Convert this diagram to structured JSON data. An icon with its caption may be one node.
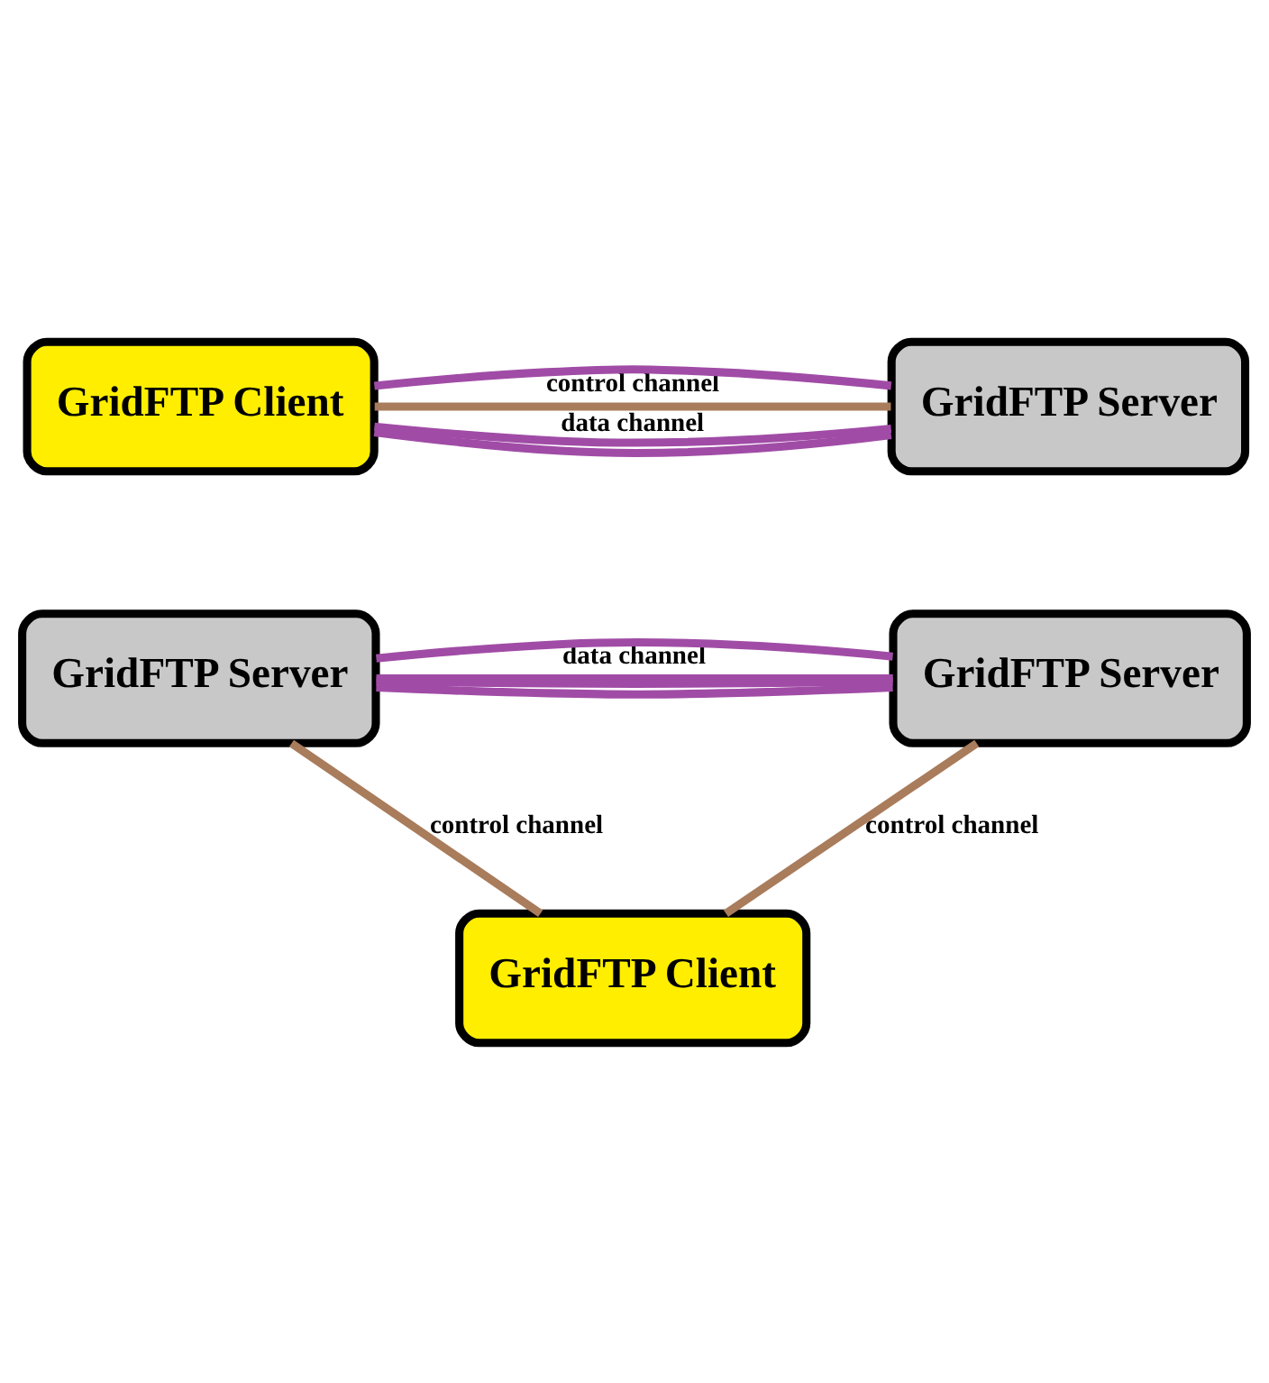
{
  "diagram": {
    "nodes": [
      {
        "text": [
          "GridFTP Client"
        ]
      },
      {
        "text": [
          "GridFTP Server"
        ]
      },
      {
        "text": [
          "GridFTP Server"
        ]
      },
      {
        "text": [
          "GridFTP Server"
        ]
      },
      {
        "text": [
          "GridFTP Client"
        ]
      }
    ],
    "edges": [
      {
        "from": 0,
        "to": 1,
        "arrow": "none",
        "label": "control channel",
        "color": "#a97c5c"
      },
      {
        "from": 0,
        "to": 1,
        "arrow": "none",
        "label": "data channel"
      },
      {
        "from": 0,
        "to": 1,
        "arrow": "none"
      },
      {
        "from": 0,
        "to": 1,
        "arrow": "none"
      },
      {
        "from": 2,
        "to": 3,
        "arrow": "none",
        "label": "data channel"
      },
      {
        "from": 2,
        "to": 3,
        "arrow": "none"
      },
      {
        "from": 2,
        "to": 3,
        "arrow": "none"
      },
      {
        "from": 2,
        "to": 3,
        "arrow": "none"
      },
      {
        "from": 2,
        "to": 4,
        "arrow": "none",
        "label": "control channel",
        "color": "#a97c5c"
      },
      {
        "from": 3,
        "to": 4,
        "arrow": "none",
        "label": "control channel",
        "color": "#a97c5c"
      }
    ]
  }
}
